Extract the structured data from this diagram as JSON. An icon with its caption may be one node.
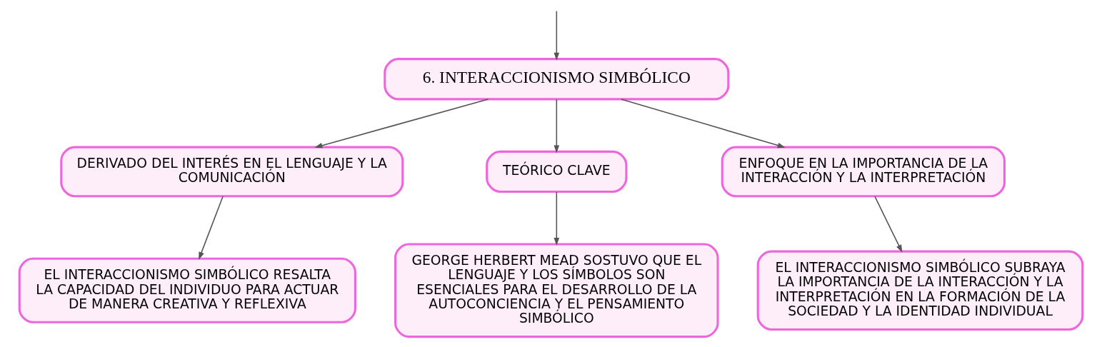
{
  "diagram": {
    "nodes": [
      {
        "text": [
          "6. INTERACCIONISMO SIMBÓLICO"
        ]
      },
      {
        "text": [
          "DERIVADO DEL INTERÉS EN EL LENGUAJE Y LA COMUNICACIÓN"
        ]
      },
      {
        "text": [
          "TEÓRICO CLAVE"
        ]
      },
      {
        "text": [
          "ENFOQUE EN LA IMPORTANCIA DE LA INTERACCIÓN Y LA INTERPRETACIÓN"
        ]
      },
      {
        "text": [
          "EL INTERACCIONISMO SIMBÓLICO RESALTA LA CAPACIDAD DEL INDIVIDUO PARA ACTUAR DE MANERA CREATIVA Y REFLEXIVA"
        ]
      },
      {
        "text": [
          "GEORGE HERBERT MEAD SOSTUVO QUE EL LENGUAJE Y LOS SÍMBOLOS SON ESENCIALES PARA EL DESARROLLO DE LA AUTOCONCIENCIA Y EL PENSAMIENTO SIMBÓLICO"
        ]
      },
      {
        "text": [
          "EL INTERACCIONISMO SIMBÓLICO SUBRAYA LA IMPORTANCIA DE LA INTERACCIÓN Y LA INTERPRETACIÓN EN LA FORMACIÓN DE LA SOCIEDAD Y LA IDENTIDAD INDIVIDUAL"
        ]
      }
    ],
    "edges": [
      {
        "from": null,
        "to": 0,
        "arrow": "to"
      },
      {
        "from": 0,
        "to": 1,
        "arrow": "to"
      },
      {
        "from": 0,
        "to": 2,
        "arrow": "to"
      },
      {
        "from": 0,
        "to": 3,
        "arrow": "to"
      },
      {
        "from": 1,
        "to": 4,
        "arrow": "to"
      },
      {
        "from": 2,
        "to": 5,
        "arrow": "to"
      },
      {
        "from": 3,
        "to": 6,
        "arrow": "to"
      }
    ]
  }
}
